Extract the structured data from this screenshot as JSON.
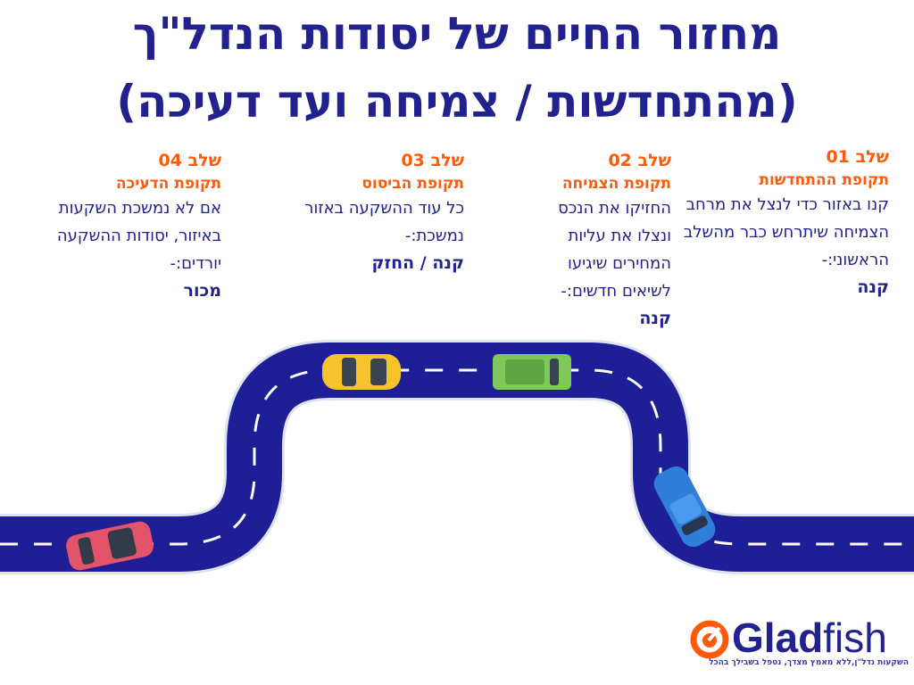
{
  "title": {
    "line1": "מחזור החיים של יסודות הנדל\"ך",
    "line2": "(מהתחדשות / צמיחה ועד דעיכה)"
  },
  "stages": [
    {
      "num": "שלב 01",
      "name": "תקופת ההתחדשות",
      "desc": "קנו באזור כדי לנצל את מרחב הצמיחה שיתרחש כבר מהשלב הראשוני:-",
      "action": "קנה"
    },
    {
      "num": "שלב 02",
      "name": "תקופת הצמיחה",
      "desc": "החזיקו את הנכס ונצלו את עליות המחירים שיגיעו לשיאים חדשים:-",
      "action": "קנה"
    },
    {
      "num": "שלב 03",
      "name": "תקופת הביסוס",
      "desc": "כל עוד ההשקעה באזור נמשכת:-",
      "action": "קנה /  החזק"
    },
    {
      "num": "שלב 04",
      "name": "תקופת הדעיכה",
      "desc": "אם לא נמשכת השקעות באיזור, יסודות ההשקעה יורדים:-",
      "action": "מכור"
    }
  ],
  "logo": {
    "brand_bold": "Glad",
    "brand_light": "fish",
    "tagline": "השקעות נדל\"ן,ללא מאמץ מצדך, נטפל בשבילך בהכל"
  },
  "colors": {
    "navy": "#22228f",
    "orange": "#ff5a0a",
    "road": "#1e1e96"
  }
}
